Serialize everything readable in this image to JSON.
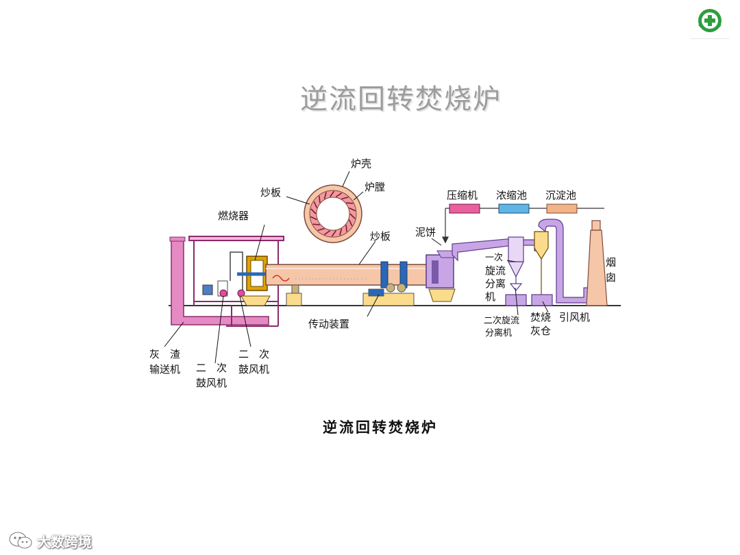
{
  "slide": {
    "title": "逆流回转焚烧炉",
    "caption": "逆流回转焚烧炉",
    "watermark": "大数跨境"
  },
  "labels": {
    "shell": "炉壳",
    "chamber": "炉膛",
    "stir_plate_ring": "炒板",
    "burner": "燃烧器",
    "stir_plate_drum": "炒板",
    "compressor": "压缩机",
    "thickener": "浓缩池",
    "settling_tank": "沉淀池",
    "sludge_cake": "泥饼",
    "primary_cyclone": [
      "一次",
      "旋流",
      "分离",
      "机"
    ],
    "chimney": [
      "烟",
      "囱"
    ],
    "drive_unit": "传动装置",
    "secondary_cyclone": [
      "二次旋流",
      "分离机"
    ],
    "ash_bin": [
      "焚烧",
      "灰仓"
    ],
    "induced_fan": "引风机",
    "ash_conveyor": [
      "灰　渣",
      "输送机"
    ],
    "secondary_blower_a": [
      "二　次",
      "鼓风机"
    ],
    "secondary_blower_b": [
      "二　次",
      "鼓风机"
    ]
  },
  "colors": {
    "pink_pipe": "#e68ac4",
    "purple_pipe": "#c8a6e6",
    "drum": "#f6c6a8",
    "base": "#fbdc8c",
    "frame": "#8a2a6a",
    "compressor": "#e8609e",
    "thickener": "#5fb5e6",
    "settling": "#f3b386"
  },
  "icons": {
    "logo": "green-cross-logo-icon",
    "watermark": "wechat-icon"
  }
}
